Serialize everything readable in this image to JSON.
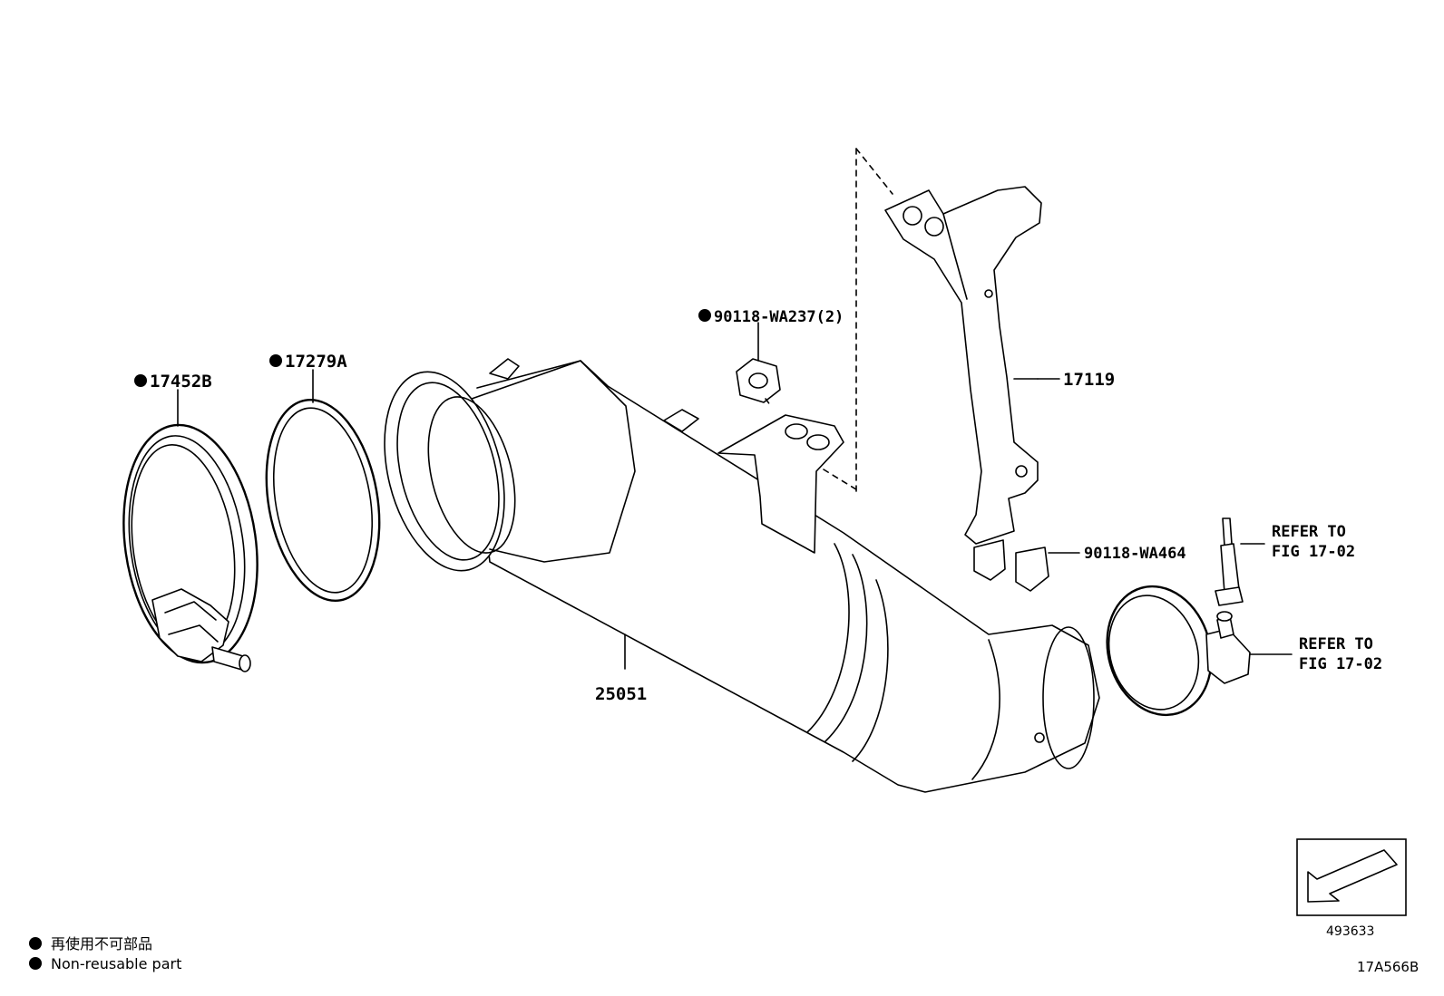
{
  "parts": {
    "p17452b": "17452B",
    "p17279a": "17279A",
    "p90118_wa237": "90118-WA237(2)",
    "p17119": "17119",
    "p90118_wa464": "90118-WA464",
    "p25051": "25051"
  },
  "refs": {
    "ref1_line1": "REFER TO",
    "ref1_line2": "FIG 17-02",
    "ref2_line1": "REFER TO",
    "ref2_line2": "FIG 17-02"
  },
  "legend": {
    "line_ja": "再使用不可部品",
    "line_en": "Non-reusable part"
  },
  "orientation_box_code": "493633",
  "figure_code": "17A566B",
  "colors": {
    "ink": "#000000",
    "paper": "#ffffff"
  }
}
